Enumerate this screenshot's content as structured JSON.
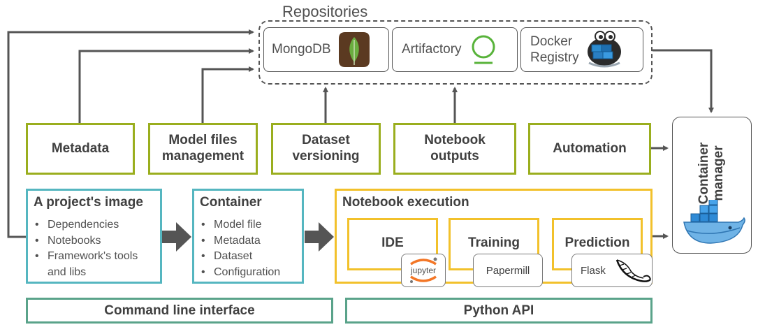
{
  "repositories": {
    "title": "Repositories",
    "items": [
      {
        "label": "MongoDB",
        "icon": "mongodb-leaf-icon"
      },
      {
        "label": "Artifactory",
        "icon": "artifactory-ring-icon"
      },
      {
        "label_line1": "Docker",
        "label_line2": "Registry",
        "icon": "docker-registry-icon"
      }
    ]
  },
  "features": {
    "metadata": "Metadata",
    "model_files_l1": "Model files",
    "model_files_l2": "management",
    "dataset_l1": "Dataset",
    "dataset_l2": "versioning",
    "notebook_l1": "Notebook",
    "notebook_l2": "outputs",
    "automation": "Automation"
  },
  "container_manager": {
    "line1": "Container",
    "line2": "manager",
    "icon": "docker-whale-icon"
  },
  "project_image": {
    "title": "A project's image",
    "bullets": [
      "Dependencies",
      "Notebooks",
      "Framework's tools",
      "and libs"
    ]
  },
  "container": {
    "title": "Container",
    "bullets": [
      "Model file",
      "Metadata",
      "Dataset",
      "Configuration"
    ]
  },
  "notebook_execution": {
    "title": "Notebook execution",
    "ide": "IDE",
    "training": "Training",
    "prediction": "Prediction",
    "jupyter": "jupyter",
    "papermill": "Papermill",
    "flask": "Flask"
  },
  "bottom": {
    "cli": "Command line interface",
    "api": "Python API"
  },
  "colors": {
    "green": "#9aae1e",
    "teal": "#55b6c0",
    "yellow": "#f2c12b",
    "bottom_teal": "#5aa38a",
    "arrow": "#555555"
  }
}
